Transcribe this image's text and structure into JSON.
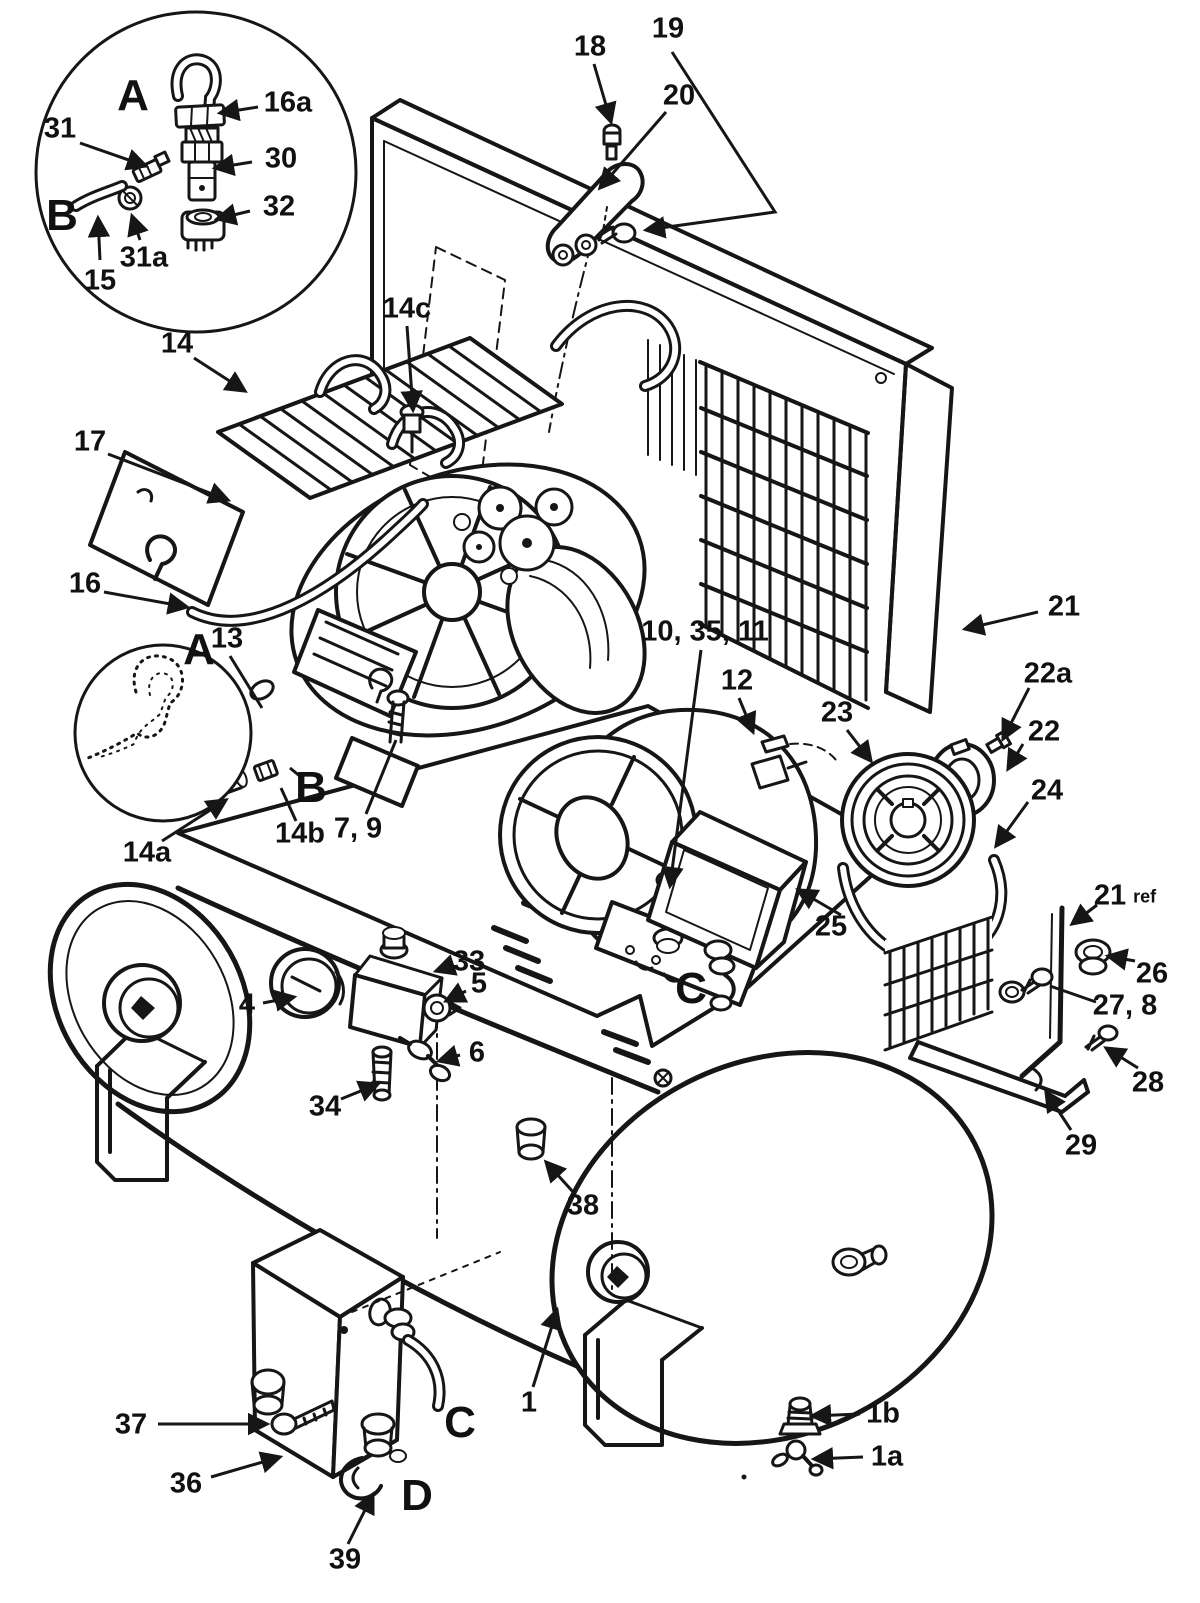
{
  "style": {
    "background": "#ffffff",
    "ink": "#161616"
  },
  "labels": {
    "inset_a": "A",
    "inset_b": "B",
    "n16a": "16a",
    "n31": "31",
    "n30": "30",
    "n32": "32",
    "n15": "15",
    "n31a": "31a",
    "n18": "18",
    "n19": "19",
    "n20": "20",
    "n14": "14",
    "n14c": "14c",
    "n17": "17",
    "n16": "16",
    "n13": "13",
    "detail_a": "A",
    "n21": "21",
    "n10_35_11": "10, 35, 11",
    "n12": "12",
    "n23": "23",
    "n22a": "22a",
    "n22": "22",
    "n24": "24",
    "n14a": "14a",
    "n14b": "14b",
    "detail_b": "B",
    "n7_9": "7, 9",
    "n25": "25",
    "motor_c": "C",
    "n21ref_num": "21",
    "n21ref_suffix": "ref",
    "n26": "26",
    "n27_8": "27, 8",
    "n28": "28",
    "n29": "29",
    "n33": "33",
    "n5": "5",
    "n4": "4",
    "n6": "6",
    "n34": "34",
    "n38": "38",
    "n1": "1",
    "switch_c": "C",
    "switch_d": "D",
    "n39": "39",
    "n37": "37",
    "n36": "36",
    "n1b": "1b",
    "n1a": "1a"
  }
}
